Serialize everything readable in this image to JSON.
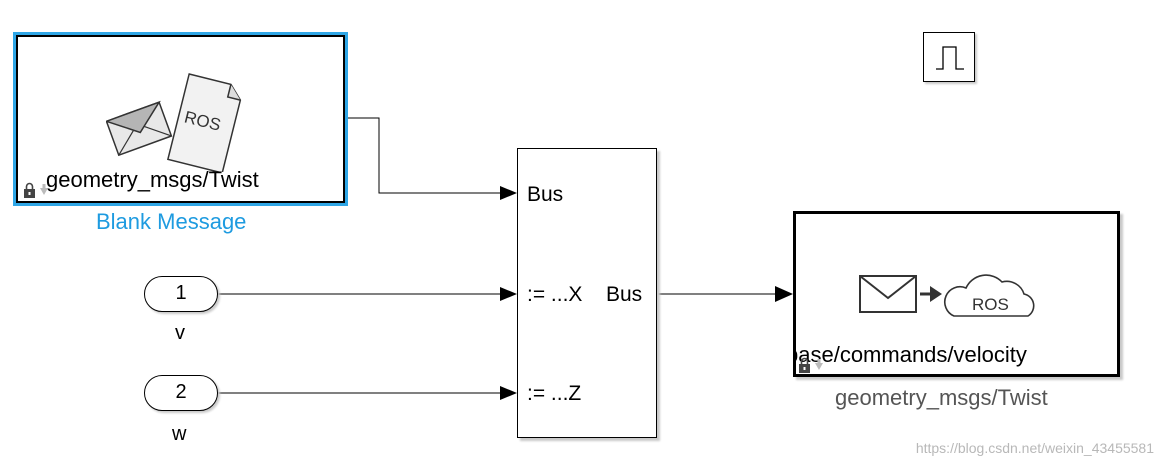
{
  "blank_message": {
    "type_text": "geometry_msgs/Twist",
    "block_label": "Blank Message",
    "icon_text": "ROS",
    "label_color": "#1e9be0"
  },
  "bus_assignment": {
    "port_bus": "Bus",
    "port_x": ":= ...X",
    "port_z": ":= ...Z",
    "output": "Bus"
  },
  "inports": [
    {
      "number": "1",
      "name": "v"
    },
    {
      "number": "2",
      "name": "w"
    }
  ],
  "publish": {
    "topic_text": "base/commands/velocity",
    "block_label": "geometry_msgs/Twist",
    "icon_text": "ROS",
    "label_color": "#555555"
  },
  "pulse_block": {
    "icon": "pulse-generator-icon"
  },
  "watermark": "https://blog.csdn.net/weixin_43455581"
}
